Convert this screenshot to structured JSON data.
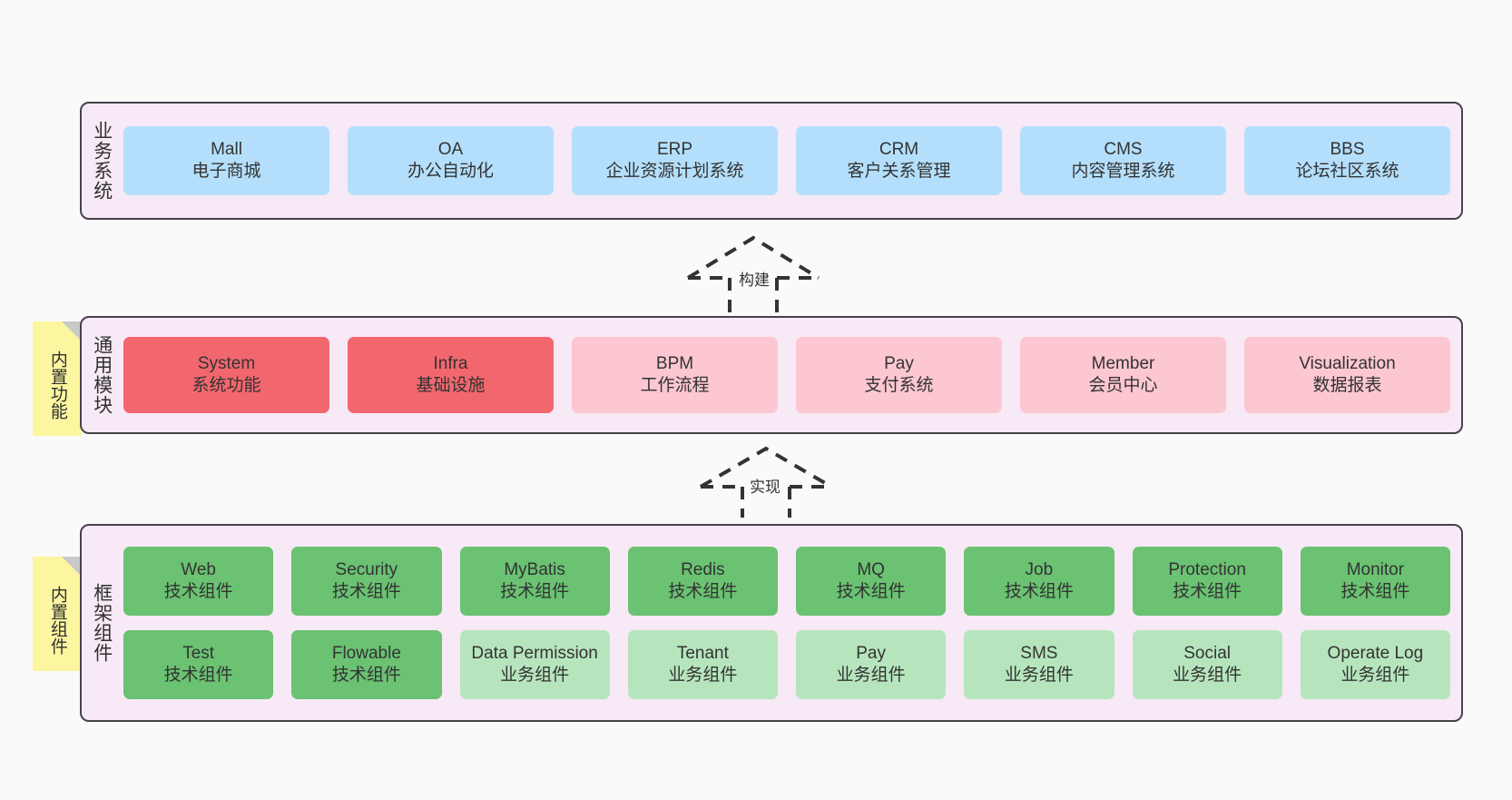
{
  "diagram": {
    "title_hidden": "",
    "background": "#fafafa",
    "colors": {
      "section_bg": "#f7e9f5",
      "section_border": "#46424a",
      "business_card": "#b4dffc",
      "module_core": "#f2676e",
      "module_optional": "#fcc7d0",
      "tech_component": "#6ac272",
      "business_component": "#b6e5bd",
      "note": "#fcf6a0",
      "note_fold": "#c9c9c9"
    }
  },
  "notes": [
    {
      "id": "builtin-function",
      "label": "内置功能"
    },
    {
      "id": "builtin-component",
      "label": "内置组件"
    }
  ],
  "connectors": [
    {
      "id": "build",
      "label": "构建",
      "style": "dashed-generalization"
    },
    {
      "id": "implement",
      "label": "实现",
      "style": "dashed-generalization"
    }
  ],
  "layers": [
    {
      "id": "business-system",
      "title": "业务系统",
      "cards": [
        {
          "en": "Mall",
          "cn": "电子商城"
        },
        {
          "en": "OA",
          "cn": "办公自动化"
        },
        {
          "en": "ERP",
          "cn": "企业资源计划系统"
        },
        {
          "en": "CRM",
          "cn": "客户关系管理"
        },
        {
          "en": "CMS",
          "cn": "内容管理系统"
        },
        {
          "en": "BBS",
          "cn": "论坛社区系统"
        }
      ]
    },
    {
      "id": "common-modules",
      "title": "通用模块",
      "cards": [
        {
          "en": "System",
          "cn": "系统功能"
        },
        {
          "en": "Infra",
          "cn": "基础设施"
        },
        {
          "en": "BPM",
          "cn": "工作流程"
        },
        {
          "en": "Pay",
          "cn": "支付系统"
        },
        {
          "en": "Member",
          "cn": "会员中心"
        },
        {
          "en": "Visualization",
          "cn": "数据报表"
        }
      ]
    },
    {
      "id": "framework-components",
      "title": "框架组件",
      "row1": [
        {
          "en": "Web",
          "cn": "技术组件"
        },
        {
          "en": "Security",
          "cn": "技术组件"
        },
        {
          "en": "MyBatis",
          "cn": "技术组件"
        },
        {
          "en": "Redis",
          "cn": "技术组件"
        },
        {
          "en": "MQ",
          "cn": "技术组件"
        },
        {
          "en": "Job",
          "cn": "技术组件"
        },
        {
          "en": "Protection",
          "cn": "技术组件"
        },
        {
          "en": "Monitor",
          "cn": "技术组件"
        }
      ],
      "row2": [
        {
          "en": "Test",
          "cn": "技术组件"
        },
        {
          "en": "Flowable",
          "cn": "技术组件"
        },
        {
          "en": "Data Permission",
          "cn": "业务组件"
        },
        {
          "en": "Tenant",
          "cn": "业务组件"
        },
        {
          "en": "Pay",
          "cn": "业务组件"
        },
        {
          "en": "SMS",
          "cn": "业务组件"
        },
        {
          "en": "Social",
          "cn": "业务组件"
        },
        {
          "en": "Operate Log",
          "cn": "业务组件"
        }
      ]
    }
  ]
}
